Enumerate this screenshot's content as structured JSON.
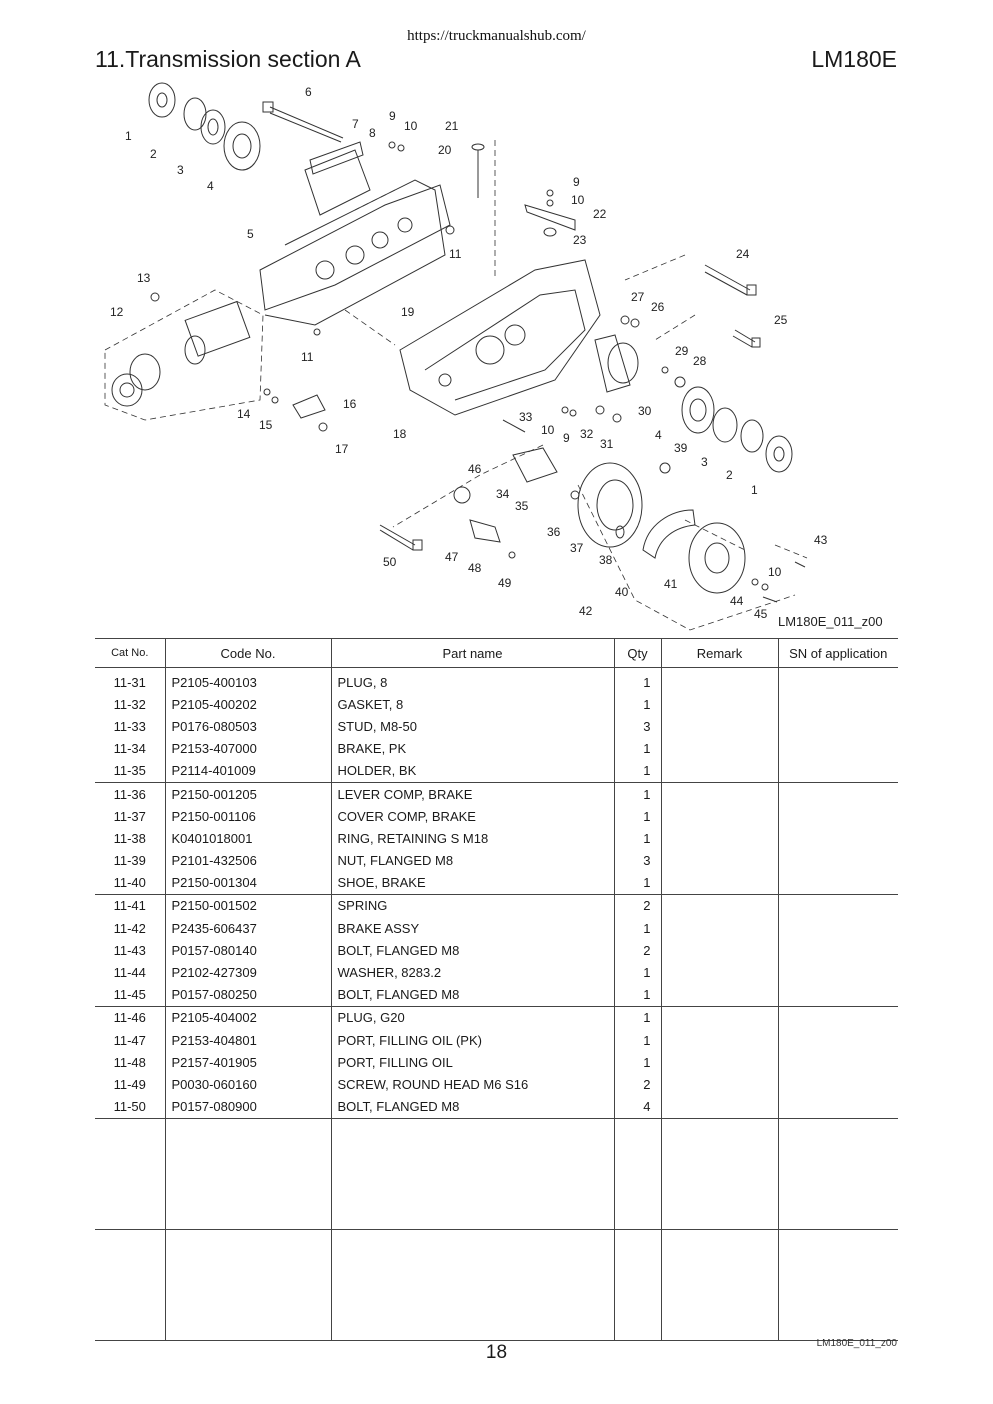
{
  "header": {
    "url": "https://truckmanualshub.com/",
    "title": "11.Transmission section A",
    "model": "LM180E"
  },
  "diagram": {
    "code": "LM180E_011_z00",
    "callouts": [
      "1",
      "2",
      "3",
      "4",
      "5",
      "6",
      "7",
      "8",
      "9",
      "10",
      "21",
      "20",
      "9",
      "10",
      "22",
      "23",
      "11",
      "24",
      "13",
      "12",
      "27",
      "26",
      "25",
      "19",
      "11",
      "29",
      "28",
      "16",
      "14",
      "15",
      "30",
      "33",
      "10",
      "9",
      "32",
      "31",
      "4",
      "39",
      "17",
      "18",
      "3",
      "2",
      "1",
      "46",
      "34",
      "35",
      "36",
      "37",
      "38",
      "43",
      "40",
      "41",
      "10",
      "50",
      "47",
      "48",
      "49",
      "44",
      "45",
      "42"
    ]
  },
  "table": {
    "headers": [
      "Cat No.",
      "Code No.",
      "Part name",
      "Qty",
      "Remark",
      "SN of application"
    ],
    "rows": [
      {
        "cat": "11-31",
        "code": "P2105-400103",
        "name": "PLUG, 8",
        "qty": "1",
        "remark": "",
        "sn": ""
      },
      {
        "cat": "11-32",
        "code": "P2105-400202",
        "name": "GASKET, 8",
        "qty": "1",
        "remark": "",
        "sn": ""
      },
      {
        "cat": "11-33",
        "code": "P0176-080503",
        "name": "STUD, M8-50",
        "qty": "3",
        "remark": "",
        "sn": ""
      },
      {
        "cat": "11-34",
        "code": "P2153-407000",
        "name": "BRAKE, PK",
        "qty": "1",
        "remark": "",
        "sn": ""
      },
      {
        "cat": "11-35",
        "code": "P2114-401009",
        "name": "HOLDER, BK",
        "qty": "1",
        "remark": "",
        "sn": ""
      },
      {
        "cat": "11-36",
        "code": "P2150-001205",
        "name": "LEVER COMP, BRAKE",
        "qty": "1",
        "remark": "",
        "sn": ""
      },
      {
        "cat": "11-37",
        "code": "P2150-001106",
        "name": "COVER COMP, BRAKE",
        "qty": "1",
        "remark": "",
        "sn": ""
      },
      {
        "cat": "11-38",
        "code": "K0401018001",
        "name": "RING, RETAINING S M18",
        "qty": "1",
        "remark": "",
        "sn": ""
      },
      {
        "cat": "11-39",
        "code": "P2101-432506",
        "name": "NUT, FLANGED M8",
        "qty": "3",
        "remark": "",
        "sn": ""
      },
      {
        "cat": "11-40",
        "code": "P2150-001304",
        "name": "SHOE, BRAKE",
        "qty": "1",
        "remark": "",
        "sn": ""
      },
      {
        "cat": "11-41",
        "code": "P2150-001502",
        "name": "SPRING",
        "qty": "2",
        "remark": "",
        "sn": ""
      },
      {
        "cat": "11-42",
        "code": "P2435-606437",
        "name": "BRAKE ASSY",
        "qty": "1",
        "remark": "",
        "sn": ""
      },
      {
        "cat": "11-43",
        "code": "P0157-080140",
        "name": "BOLT, FLANGED M8",
        "qty": "2",
        "remark": "",
        "sn": ""
      },
      {
        "cat": "11-44",
        "code": "P2102-427309",
        "name": "WASHER, 8283.2",
        "qty": "1",
        "remark": "",
        "sn": ""
      },
      {
        "cat": "11-45",
        "code": "P0157-080250",
        "name": "BOLT, FLANGED M8",
        "qty": "1",
        "remark": "",
        "sn": ""
      },
      {
        "cat": "11-46",
        "code": "P2105-404002",
        "name": "PLUG, G20",
        "qty": "1",
        "remark": "",
        "sn": ""
      },
      {
        "cat": "11-47",
        "code": "P2153-404801",
        "name": "PORT, FILLING OIL (PK)",
        "qty": "1",
        "remark": "",
        "sn": ""
      },
      {
        "cat": "11-48",
        "code": "P2157-401905",
        "name": "PORT, FILLING OIL",
        "qty": "1",
        "remark": "",
        "sn": ""
      },
      {
        "cat": "11-49",
        "code": "P0030-060160",
        "name": "SCREW, ROUND HEAD M6 S16",
        "qty": "2",
        "remark": "",
        "sn": ""
      },
      {
        "cat": "11-50",
        "code": "P0157-080900",
        "name": "BOLT, FLANGED M8",
        "qty": "4",
        "remark": "",
        "sn": ""
      }
    ]
  },
  "footer": {
    "page": "18",
    "code": "LM180E_011_z00"
  }
}
